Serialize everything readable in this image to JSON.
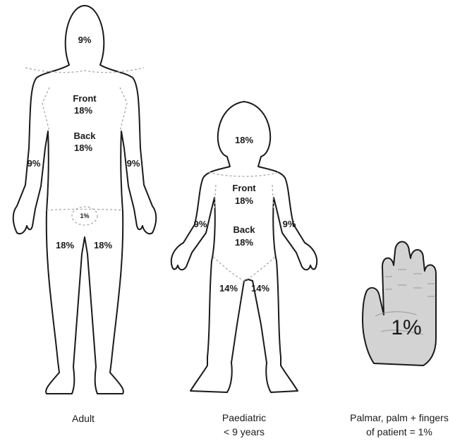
{
  "adult": {
    "head": "9%",
    "trunk_front_label": "Front",
    "trunk_front_value": "18%",
    "trunk_back_label": "Back",
    "trunk_back_value": "18%",
    "arm_left": "9%",
    "arm_right": "9%",
    "genitals": "1%",
    "leg_left": "18%",
    "leg_right": "18%",
    "caption": "Adult"
  },
  "paediatric": {
    "head": "18%",
    "trunk_front_label": "Front",
    "trunk_front_value": "18%",
    "trunk_back_label": "Back",
    "trunk_back_value": "18%",
    "arm_left": "9%",
    "arm_right": "9%",
    "leg_left": "14%",
    "leg_right": "14%",
    "caption_line1": "Paediatric",
    "caption_line2": "< 9 years"
  },
  "palmar": {
    "value": "1%",
    "caption_line1": "Palmar, palm + fingers",
    "caption_line2": "of patient = 1%"
  }
}
